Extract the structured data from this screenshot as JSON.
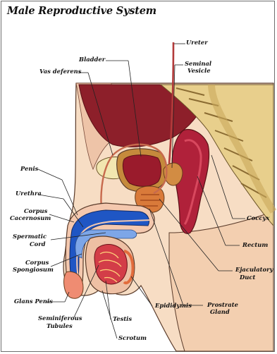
{
  "title": "Male Reproductive System",
  "labels": {
    "ureter": "Ureter",
    "bladder": "Bladder",
    "seminal_vesicle_1": "Seminal",
    "seminal_vesicle_2": "Vesicle",
    "vas_deferens": "Vas deferens",
    "penis": "Penis",
    "urethra": "Urethra",
    "corpus_cavernosum_1": "Corpus",
    "corpus_cavernosum_2": "Cacernosum",
    "spermatic_cord_1": "Spermatic",
    "spermatic_cord_2": "Cord",
    "corpus_spongiosum_1": "Corpus",
    "corpus_spongiosum_2": "Spongiosum",
    "glans_penis": "Glans Penis",
    "seminiferous_tubules_1": "Seminiferous",
    "seminiferous_tubules_2": "Tubules",
    "testis": "Testis",
    "scrotum": "Scrotum",
    "epididymis": "Epididymis",
    "prostrate_gland_1": "Prostrate",
    "prostrate_gland_2": "Gland",
    "ejaculatory_duct_1": "Ejaculatory",
    "ejaculatory_duct_2": "Duct",
    "rectum": "Rectum",
    "coccyx": "Coccyx"
  }
}
